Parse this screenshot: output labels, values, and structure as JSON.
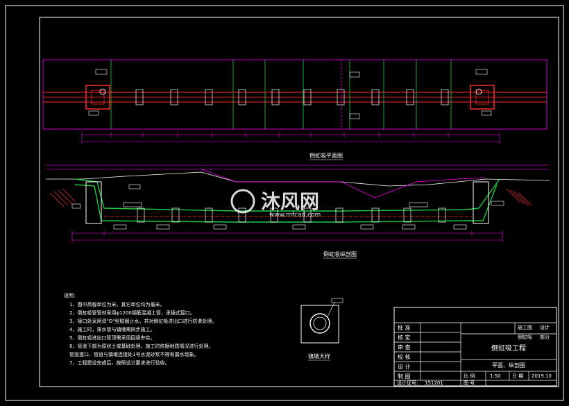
{
  "colors": {
    "background": "#000000",
    "frame": "#ffffff",
    "dimension": "#ff00ff",
    "pipe": "#ff2b2b",
    "pipe_green": "#22cc44",
    "text": "#ffffff"
  },
  "plan": {
    "title": "倒虹吸平面图"
  },
  "profile": {
    "title": "倒虹吸纵剖图"
  },
  "detail": {
    "title": "镇墩大样"
  },
  "notes": {
    "heading": "说明:",
    "items": [
      "1、图中高程单位为米，其它单位均为毫米。",
      "2、倒虹吸管管材采用φ1200钢筋混凝土管，承插式接口。",
      "3、接口处采用双\"O\"型胶圈止水，并对倒虹吸进出口进行防渗处理。",
      "4、施工时，排水管与镇墩需同步施工。",
      "5、倒虹吸进出口管顶需采用回填夯实。",
      "6、管道下部为原状土或基础处理，施工时依据地质情况进行处理。",
      "   管道接口、管道与镇墩连接处1号水泥砂浆不得有漏水现象。",
      "7、工程建设完成后，按照设计要求进行验收。"
    ]
  },
  "watermark": {
    "main": "沐风网",
    "sub": "www.mfcad.com"
  },
  "title_block": {
    "row_labels": [
      "批 准",
      "核 定",
      "审 查",
      "校 核",
      "设 计",
      "制 图"
    ],
    "design_no_label": "设计证号:",
    "design_no": "151201",
    "stage_label": "施工图",
    "stage_value": "设计",
    "part_label": "倒虹吸",
    "part_value": "部分",
    "project_name": "倒虹吸工程",
    "drawing_name": "平面、纵剖图",
    "scale_label": "比 例",
    "scale": "1:50",
    "date_label": "日 期",
    "date": "2019.10",
    "sheet_label": "图 号",
    "sheet": ""
  }
}
